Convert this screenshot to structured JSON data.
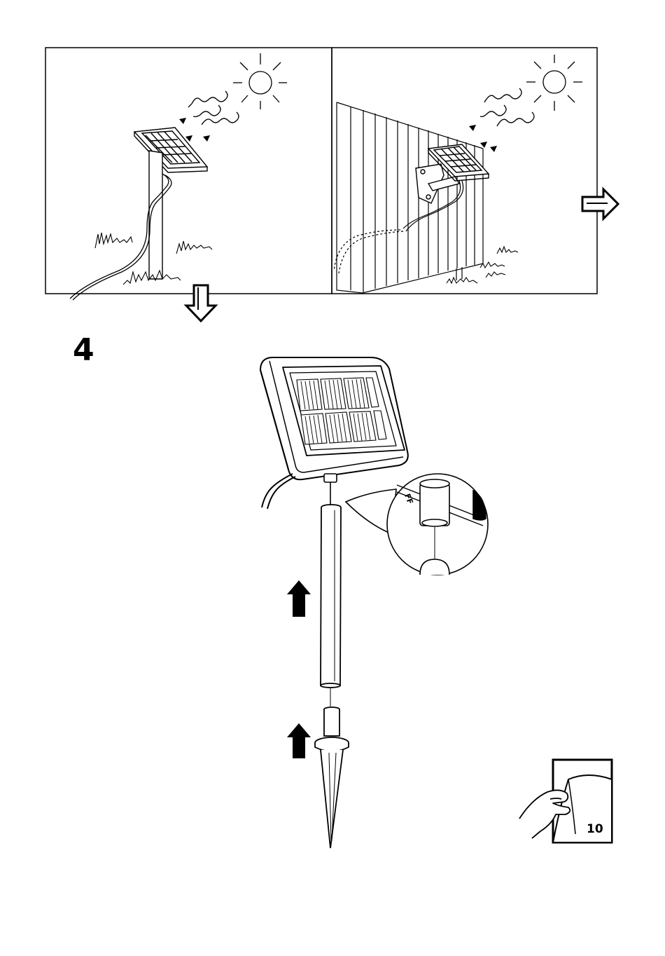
{
  "step": {
    "number": "4"
  },
  "page_turn": {
    "page_number": "10"
  },
  "icons": [
    "sun-icon",
    "sun-rays-icon",
    "solar-panel-icon",
    "stake-icon",
    "fence-icon",
    "wall-bracket-icon",
    "grass-icon",
    "cable-icon",
    "arrow-down-icon",
    "arrow-right-icon",
    "arrow-up-icon",
    "detail-zoom-icon",
    "hand-icon",
    "page-turn-icon"
  ],
  "detail": {
    "switch_text": "FF"
  }
}
